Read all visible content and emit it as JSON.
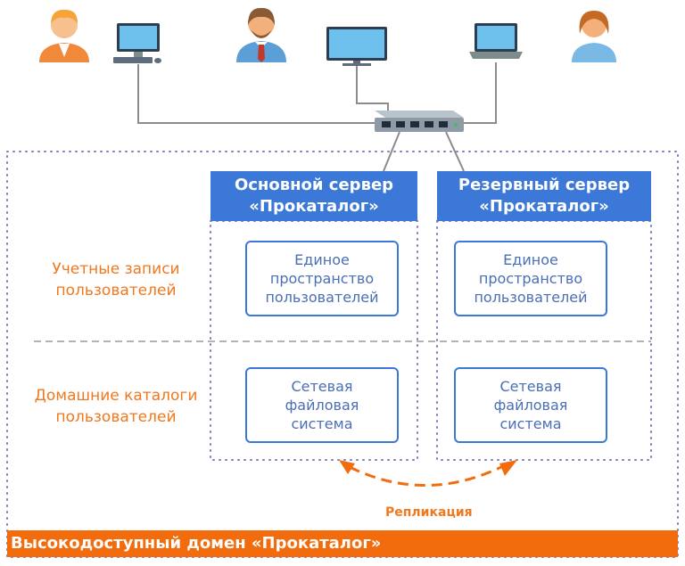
{
  "domain_title": "Высокодоступный домен «Прокаталог»",
  "primary_server": {
    "line1": "Основной сервер",
    "line2": "«Прокаталог»"
  },
  "backup_server": {
    "line1": "Резервный сервер",
    "line2": "«Прокаталог»"
  },
  "rows": {
    "accounts": {
      "line1": "Учетные записи",
      "line2": "пользователей"
    },
    "home_dirs": {
      "line1": "Домашние каталоги",
      "line2": "пользователей"
    }
  },
  "primary_boxes": {
    "accounts": {
      "line1": "Единое",
      "line2": "пространство",
      "line3": "пользователей"
    },
    "files": {
      "line1": "Сетевая",
      "line2": "файловая",
      "line3": "система"
    }
  },
  "backup_boxes": {
    "accounts": {
      "line1": "Единое",
      "line2": "пространство",
      "line3": "пользователей"
    },
    "files": {
      "line1": "Сетевая",
      "line2": "файловая",
      "line3": "система"
    }
  },
  "replication_label": "Репликация",
  "icons": [
    "user-icon",
    "desktop-computer-icon",
    "monitor-icon",
    "laptop-icon",
    "network-switch-icon"
  ],
  "colors": {
    "server_header": "#3c78d8",
    "accent_orange": "#f26c0d",
    "box_border": "#3c78d8"
  }
}
